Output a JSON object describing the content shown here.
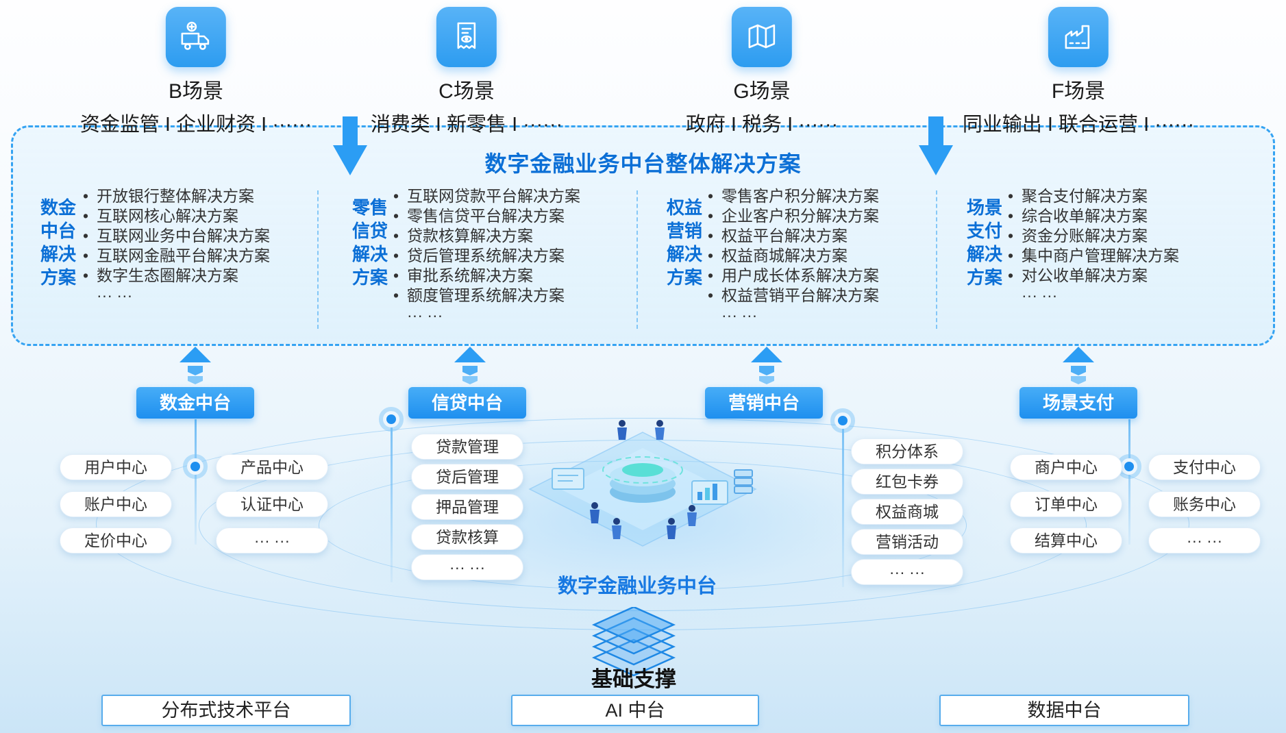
{
  "scenarios": [
    {
      "name": "B场景",
      "desc": "资金监管 I 企业财资 I ······",
      "icon": "truck-coins-icon"
    },
    {
      "name": "C场景",
      "desc": "消费类 I 新零售 I ······",
      "icon": "receipt-view-icon"
    },
    {
      "name": "G场景",
      "desc": "政府 I 税务 I ······",
      "icon": "map-icon"
    },
    {
      "name": "F场景",
      "desc": "同业输出 I 联合运营 I ······",
      "icon": "factory-icon"
    }
  ],
  "solution_panel": {
    "title": "数字金融业务中台整体解决方案",
    "columns": [
      {
        "label": "数金\n中台\n解决\n方案",
        "items": [
          "开放银行整体解决方案",
          "互联网核心解决方案",
          "互联网业务中台解决方案",
          "互联网金融平台解决方案",
          "数字生态圈解决方案"
        ],
        "more": "··· ···"
      },
      {
        "label": "零售\n信贷\n解决\n方案",
        "items": [
          "互联网贷款平台解决方案",
          "零售信贷平台解决方案",
          "贷款核算解决方案",
          "贷后管理系统解决方案",
          "审批系统解决方案",
          "额度管理系统解决方案"
        ],
        "more": "··· ···"
      },
      {
        "label": "权益\n营销\n解决\n方案",
        "items": [
          "零售客户积分解决方案",
          "企业客户积分解决方案",
          "权益平台解决方案",
          "权益商城解决方案",
          "用户成长体系解决方案",
          "权益营销平台解决方案"
        ],
        "more": "··· ···"
      },
      {
        "label": "场景\n支付\n解决\n方案",
        "items": [
          "聚合支付解决方案",
          "综合收单解决方案",
          "资金分账解决方案",
          "集中商户管理解决方案",
          "对公收单解决方案"
        ],
        "more": "··· ···"
      }
    ]
  },
  "hubs": [
    {
      "name": "数金中台",
      "modules_left": [
        "用户中心",
        "账户中心",
        "定价中心"
      ],
      "modules_right": [
        "产品中心",
        "认证中心",
        "··· ···"
      ]
    },
    {
      "name": "信贷中台",
      "modules": [
        "贷款管理",
        "贷后管理",
        "押品管理",
        "贷款核算",
        "··· ···"
      ]
    },
    {
      "name": "营销中台",
      "modules": [
        "积分体系",
        "红包卡券",
        "权益商城",
        "营销活动",
        "··· ···"
      ]
    },
    {
      "name": "场景支付",
      "modules_left": [
        "商户中心",
        "订单中心",
        "结算中心"
      ],
      "modules_right": [
        "支付中心",
        "账务中心",
        "··· ···"
      ]
    }
  ],
  "center_platform": {
    "label": "数字金融业务中台"
  },
  "foundation": {
    "label": "基础支撑",
    "boxes": [
      "分布式技术平台",
      "AI 中台",
      "数据中台"
    ]
  },
  "colors": {
    "accent": "#2B9DF4",
    "title_blue": "#0B6FD6",
    "panel_border": "#35A3F2",
    "pill_blue": "#1E8FEF",
    "text_dark": "#333333"
  }
}
